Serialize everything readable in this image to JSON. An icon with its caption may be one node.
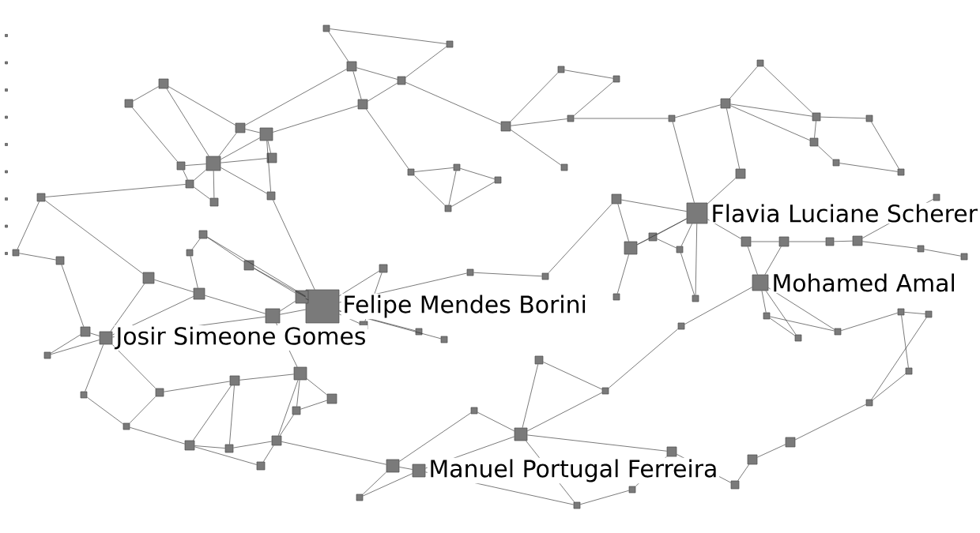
{
  "diagram": {
    "nodes": [
      {
        "text": [],
        "shape": "box",
        "beside": [
          "Felipe Mendes Borini"
        ]
      },
      {
        "text": [],
        "shape": "box",
        "beside": [
          "Josir Simeone Gomes"
        ]
      },
      {
        "text": [],
        "shape": "box",
        "beside": [
          "Flavia Luciane Scherer"
        ]
      },
      {
        "text": [],
        "shape": "box",
        "beside": [
          "Mohamed Amal"
        ]
      },
      {
        "text": [],
        "shape": "box",
        "beside": [
          "Manuel Portugal Ferreira"
        ]
      },
      {
        "text": [],
        "shape": "box"
      },
      {
        "text": [],
        "shape": "box"
      },
      {
        "text": [],
        "shape": "box"
      },
      {
        "text": [],
        "shape": "box"
      },
      {
        "text": [],
        "shape": "box"
      },
      {
        "text": [],
        "shape": "box"
      },
      {
        "text": [],
        "shape": "box"
      },
      {
        "text": [],
        "shape": "box"
      },
      {
        "text": [],
        "shape": "box"
      },
      {
        "text": [],
        "shape": "box"
      },
      {
        "text": [],
        "shape": "box"
      },
      {
        "text": [],
        "shape": "box"
      },
      {
        "text": [],
        "shape": "box"
      },
      {
        "text": [],
        "shape": "box"
      },
      {
        "text": [],
        "shape": "box"
      },
      {
        "text": [],
        "shape": "box"
      },
      {
        "text": [],
        "shape": "box"
      },
      {
        "text": [],
        "shape": "box"
      },
      {
        "text": [],
        "shape": "box"
      },
      {
        "text": [],
        "shape": "box"
      },
      {
        "text": [],
        "shape": "box"
      },
      {
        "text": [],
        "shape": "box"
      },
      {
        "text": [],
        "shape": "box"
      },
      {
        "text": [],
        "shape": "box"
      },
      {
        "text": [],
        "shape": "box"
      },
      {
        "text": [],
        "shape": "box"
      },
      {
        "text": [],
        "shape": "box"
      },
      {
        "text": [],
        "shape": "box"
      },
      {
        "text": [],
        "shape": "box"
      },
      {
        "text": [],
        "shape": "box"
      },
      {
        "text": [],
        "shape": "box"
      },
      {
        "text": [],
        "shape": "box"
      },
      {
        "text": [],
        "shape": "box"
      },
      {
        "text": [],
        "shape": "box"
      },
      {
        "text": [],
        "shape": "box"
      },
      {
        "text": [],
        "shape": "box"
      },
      {
        "text": [],
        "shape": "box"
      },
      {
        "text": [],
        "shape": "box"
      },
      {
        "text": [],
        "shape": "box"
      },
      {
        "text": [],
        "shape": "box"
      },
      {
        "text": [],
        "shape": "box"
      },
      {
        "text": [],
        "shape": "box"
      },
      {
        "text": [],
        "shape": "box"
      },
      {
        "text": [],
        "shape": "box"
      },
      {
        "text": [],
        "shape": "box"
      },
      {
        "text": [],
        "shape": "box"
      },
      {
        "text": [],
        "shape": "box"
      },
      {
        "text": [],
        "shape": "box"
      },
      {
        "text": [],
        "shape": "box"
      },
      {
        "text": [],
        "shape": "box"
      },
      {
        "text": [],
        "shape": "box"
      },
      {
        "text": [],
        "shape": "box"
      },
      {
        "text": [],
        "shape": "box"
      },
      {
        "text": [],
        "shape": "box"
      },
      {
        "text": [],
        "shape": "box"
      },
      {
        "text": [],
        "shape": "box"
      },
      {
        "text": [],
        "shape": "box"
      },
      {
        "text": [],
        "shape": "box"
      },
      {
        "text": [],
        "shape": "box"
      },
      {
        "text": [],
        "shape": "box"
      },
      {
        "text": [],
        "shape": "box"
      },
      {
        "text": [],
        "shape": "box"
      },
      {
        "text": [],
        "shape": "box"
      },
      {
        "text": [],
        "shape": "box"
      },
      {
        "text": [],
        "shape": "box"
      },
      {
        "text": [],
        "shape": "box"
      },
      {
        "text": [],
        "shape": "box"
      },
      {
        "text": [],
        "shape": "box"
      },
      {
        "text": [],
        "shape": "box"
      },
      {
        "text": [],
        "shape": "box"
      },
      {
        "text": [],
        "shape": "box"
      },
      {
        "text": [],
        "shape": "box"
      },
      {
        "text": [],
        "shape": "box"
      },
      {
        "text": [],
        "shape": "box"
      },
      {
        "text": [],
        "shape": "box"
      },
      {
        "text": [],
        "shape": "box"
      },
      {
        "text": [],
        "shape": "box"
      },
      {
        "text": [],
        "shape": "box"
      },
      {
        "text": [],
        "shape": "box"
      },
      {
        "text": [],
        "shape": "box"
      },
      {
        "text": [],
        "shape": "box"
      },
      {
        "text": [],
        "shape": "box"
      },
      {
        "text": [],
        "shape": "box"
      },
      {
        "text": [],
        "shape": "box"
      },
      {
        "text": [],
        "shape": "box"
      },
      {
        "text": [],
        "shape": "box"
      },
      {
        "text": [],
        "shape": "box"
      },
      {
        "text": [],
        "shape": "box"
      },
      {
        "text": [],
        "shape": "box"
      },
      {
        "text": [],
        "shape": "box"
      },
      {
        "text": [],
        "shape": "box"
      },
      {
        "text": [],
        "shape": "box"
      },
      {
        "text": [],
        "shape": "box"
      },
      {
        "text": [],
        "shape": "box"
      },
      {
        "text": [],
        "shape": "box"
      },
      {
        "text": [],
        "shape": "box"
      },
      {
        "text": [],
        "shape": "box"
      },
      {
        "text": [],
        "shape": "box"
      },
      {
        "text": [],
        "shape": "box"
      },
      {
        "text": [],
        "shape": "box"
      },
      {
        "text": [],
        "shape": "box"
      },
      {
        "text": [],
        "shape": "box"
      },
      {
        "text": [],
        "shape": "box"
      },
      {
        "text": [],
        "shape": "box"
      }
    ],
    "edges": [
      {
        "from": 6,
        "to": 7,
        "arrow": "none"
      },
      {
        "from": 6,
        "to": 8,
        "arrow": "none"
      },
      {
        "from": 6,
        "to": 9,
        "arrow": "none"
      },
      {
        "from": 6,
        "to": 10,
        "arrow": "none"
      },
      {
        "from": 6,
        "to": 12,
        "arrow": "none"
      },
      {
        "from": 6,
        "to": 13,
        "arrow": "none"
      },
      {
        "from": 6,
        "to": 14,
        "arrow": "none"
      },
      {
        "from": 6,
        "to": 15,
        "arrow": "none"
      },
      {
        "from": 7,
        "to": 8,
        "arrow": "none"
      },
      {
        "from": 7,
        "to": 9,
        "arrow": "none"
      },
      {
        "from": 7,
        "to": 15,
        "arrow": "none"
      },
      {
        "from": 9,
        "to": 10,
        "arrow": "none"
      },
      {
        "from": 10,
        "to": 11,
        "arrow": "none"
      },
      {
        "from": 11,
        "to": 12,
        "arrow": "none"
      },
      {
        "from": 12,
        "to": 13,
        "arrow": "none"
      },
      {
        "from": 13,
        "to": 14,
        "arrow": "none"
      },
      {
        "from": 9,
        "to": 16,
        "arrow": "none"
      },
      {
        "from": 7,
        "to": 17,
        "arrow": "none"
      },
      {
        "from": 16,
        "to": 17,
        "arrow": "none"
      },
      {
        "from": 16,
        "to": 18,
        "arrow": "none"
      },
      {
        "from": 17,
        "to": 18,
        "arrow": "none"
      },
      {
        "from": 18,
        "to": 19,
        "arrow": "none"
      },
      {
        "from": 16,
        "to": 20,
        "arrow": "none"
      },
      {
        "from": 20,
        "to": 19,
        "arrow": "none"
      },
      {
        "from": 17,
        "to": 35,
        "arrow": "none"
      },
      {
        "from": 21,
        "to": 22,
        "arrow": "none"
      },
      {
        "from": 21,
        "to": 23,
        "arrow": "none"
      },
      {
        "from": 21,
        "to": 24,
        "arrow": "none"
      },
      {
        "from": 22,
        "to": 25,
        "arrow": "none"
      },
      {
        "from": 24,
        "to": 25,
        "arrow": "none"
      },
      {
        "from": 21,
        "to": 18,
        "arrow": "none"
      },
      {
        "from": 22,
        "to": 33,
        "arrow": "none"
      },
      {
        "from": 26,
        "to": 27,
        "arrow": "none"
      },
      {
        "from": 26,
        "to": 28,
        "arrow": "none"
      },
      {
        "from": 26,
        "to": 33,
        "arrow": "none"
      },
      {
        "from": 26,
        "to": 32,
        "arrow": "none"
      },
      {
        "from": 26,
        "to": 34,
        "arrow": "none"
      },
      {
        "from": 27,
        "to": 28,
        "arrow": "none"
      },
      {
        "from": 27,
        "to": 29,
        "arrow": "none"
      },
      {
        "from": 28,
        "to": 31,
        "arrow": "none"
      },
      {
        "from": 29,
        "to": 30,
        "arrow": "none"
      },
      {
        "from": 31,
        "to": 30,
        "arrow": "none"
      },
      {
        "from": 28,
        "to": 32,
        "arrow": "none"
      },
      {
        "from": 34,
        "to": 2,
        "arrow": "none"
      },
      {
        "from": 33,
        "to": 2,
        "arrow": "none"
      },
      {
        "from": 35,
        "to": 36,
        "arrow": "none"
      },
      {
        "from": 36,
        "to": 37,
        "arrow": "none"
      },
      {
        "from": 37,
        "to": 38,
        "arrow": "none"
      },
      {
        "from": 35,
        "to": 38,
        "arrow": "none"
      },
      {
        "from": 36,
        "to": 38,
        "arrow": "none"
      },
      {
        "from": 2,
        "to": 39,
        "arrow": "none"
      },
      {
        "from": 2,
        "to": 40,
        "arrow": "none"
      },
      {
        "from": 2,
        "to": 41,
        "arrow": "none"
      },
      {
        "from": 2,
        "to": 42,
        "arrow": "none"
      },
      {
        "from": 2,
        "to": 43,
        "arrow": "none"
      },
      {
        "from": 2,
        "to": 50,
        "arrow": "none"
      },
      {
        "from": 39,
        "to": 40,
        "arrow": "none"
      },
      {
        "from": 40,
        "to": 41,
        "arrow": "none"
      },
      {
        "from": 41,
        "to": 42,
        "arrow": "none"
      },
      {
        "from": 43,
        "to": 44,
        "arrow": "none"
      },
      {
        "from": 44,
        "to": 45,
        "arrow": "none"
      },
      {
        "from": 45,
        "to": 46,
        "arrow": "none"
      },
      {
        "from": 46,
        "to": 47,
        "arrow": "none"
      },
      {
        "from": 47,
        "to": 48,
        "arrow": "none"
      },
      {
        "from": 46,
        "to": 49,
        "arrow": "none"
      },
      {
        "from": 40,
        "to": 51,
        "arrow": "none"
      },
      {
        "from": 42,
        "to": 50,
        "arrow": "none"
      },
      {
        "from": 43,
        "to": 3,
        "arrow": "none"
      },
      {
        "from": 39,
        "to": 66,
        "arrow": "none"
      },
      {
        "from": 3,
        "to": 52,
        "arrow": "none"
      },
      {
        "from": 3,
        "to": 53,
        "arrow": "none"
      },
      {
        "from": 3,
        "to": 56,
        "arrow": "none"
      },
      {
        "from": 3,
        "to": 57,
        "arrow": "none"
      },
      {
        "from": 52,
        "to": 53,
        "arrow": "none"
      },
      {
        "from": 53,
        "to": 54,
        "arrow": "none"
      },
      {
        "from": 54,
        "to": 55,
        "arrow": "none"
      },
      {
        "from": 52,
        "to": 57,
        "arrow": "none"
      },
      {
        "from": 55,
        "to": 97,
        "arrow": "none"
      },
      {
        "from": 3,
        "to": 44,
        "arrow": "none"
      },
      {
        "from": 0,
        "to": 58,
        "arrow": "none"
      },
      {
        "from": 0,
        "to": 59,
        "arrow": "none"
      },
      {
        "from": 0,
        "to": 60,
        "arrow": "none"
      },
      {
        "from": 0,
        "to": 62,
        "arrow": "none"
      },
      {
        "from": 0,
        "to": 63,
        "arrow": "none"
      },
      {
        "from": 0,
        "to": 64,
        "arrow": "none"
      },
      {
        "from": 0,
        "to": 67,
        "arrow": "none"
      },
      {
        "from": 0,
        "to": 61,
        "arrow": "none"
      },
      {
        "from": 58,
        "to": 59,
        "arrow": "none"
      },
      {
        "from": 59,
        "to": 60,
        "arrow": "none"
      },
      {
        "from": 60,
        "to": 61,
        "arrow": "none"
      },
      {
        "from": 61,
        "to": 68,
        "arrow": "none"
      },
      {
        "from": 0,
        "to": 65,
        "arrow": "none"
      },
      {
        "from": 65,
        "to": 66,
        "arrow": "none"
      },
      {
        "from": 62,
        "to": 67,
        "arrow": "none"
      },
      {
        "from": 58,
        "to": 71,
        "arrow": "none"
      },
      {
        "from": 0,
        "to": 15,
        "arrow": "none"
      },
      {
        "from": 1,
        "to": 69,
        "arrow": "none"
      },
      {
        "from": 1,
        "to": 70,
        "arrow": "none"
      },
      {
        "from": 1,
        "to": 71,
        "arrow": "none"
      },
      {
        "from": 1,
        "to": 72,
        "arrow": "none"
      },
      {
        "from": 1,
        "to": 84,
        "arrow": "none"
      },
      {
        "from": 69,
        "to": 73,
        "arrow": "none"
      },
      {
        "from": 73,
        "to": 74,
        "arrow": "none"
      },
      {
        "from": 74,
        "to": 75,
        "arrow": "none"
      },
      {
        "from": 75,
        "to": 70,
        "arrow": "none"
      },
      {
        "from": 70,
        "to": 71,
        "arrow": "none"
      },
      {
        "from": 71,
        "to": 68,
        "arrow": "none"
      },
      {
        "from": 69,
        "to": 72,
        "arrow": "none"
      },
      {
        "from": 1,
        "to": 58,
        "arrow": "none"
      },
      {
        "from": 75,
        "to": 13,
        "arrow": "none"
      },
      {
        "from": 76,
        "to": 77,
        "arrow": "none"
      },
      {
        "from": 76,
        "to": 78,
        "arrow": "none"
      },
      {
        "from": 76,
        "to": 80,
        "arrow": "none"
      },
      {
        "from": 76,
        "to": 86,
        "arrow": "none"
      },
      {
        "from": 77,
        "to": 79,
        "arrow": "none"
      },
      {
        "from": 77,
        "to": 81,
        "arrow": "none"
      },
      {
        "from": 79,
        "to": 81,
        "arrow": "none"
      },
      {
        "from": 80,
        "to": 81,
        "arrow": "none"
      },
      {
        "from": 80,
        "to": 85,
        "arrow": "none"
      },
      {
        "from": 85,
        "to": 79,
        "arrow": "none"
      },
      {
        "from": 82,
        "to": 83,
        "arrow": "none"
      },
      {
        "from": 83,
        "to": 84,
        "arrow": "none"
      },
      {
        "from": 82,
        "to": 1,
        "arrow": "none"
      },
      {
        "from": 82,
        "to": 77,
        "arrow": "none"
      },
      {
        "from": 78,
        "to": 86,
        "arrow": "none"
      },
      {
        "from": 86,
        "to": 80,
        "arrow": "none"
      },
      {
        "from": 76,
        "to": 58,
        "arrow": "none"
      },
      {
        "from": 79,
        "to": 83,
        "arrow": "none"
      },
      {
        "from": 4,
        "to": 5,
        "arrow": "none"
      },
      {
        "from": 4,
        "to": 99,
        "arrow": "none"
      },
      {
        "from": 5,
        "to": 99,
        "arrow": "none"
      },
      {
        "from": 5,
        "to": 80,
        "arrow": "none"
      },
      {
        "from": 4,
        "to": 87,
        "arrow": "none"
      },
      {
        "from": 87,
        "to": 88,
        "arrow": "none"
      },
      {
        "from": 87,
        "to": 89,
        "arrow": "none"
      },
      {
        "from": 87,
        "to": 90,
        "arrow": "none"
      },
      {
        "from": 88,
        "to": 89,
        "arrow": "none"
      },
      {
        "from": 87,
        "to": 91,
        "arrow": "none"
      },
      {
        "from": 91,
        "to": 92,
        "arrow": "none"
      },
      {
        "from": 92,
        "to": 93,
        "arrow": "none"
      },
      {
        "from": 93,
        "to": 94,
        "arrow": "none"
      },
      {
        "from": 94,
        "to": 95,
        "arrow": "none"
      },
      {
        "from": 95,
        "to": 96,
        "arrow": "none"
      },
      {
        "from": 96,
        "to": 97,
        "arrow": "none"
      },
      {
        "from": 97,
        "to": 98,
        "arrow": "none"
      },
      {
        "from": 93,
        "to": 87,
        "arrow": "none"
      },
      {
        "from": 90,
        "to": 5,
        "arrow": "none"
      },
      {
        "from": 4,
        "to": 91,
        "arrow": "none"
      },
      {
        "from": 89,
        "to": 56,
        "arrow": "none"
      },
      {
        "from": 98,
        "to": 54,
        "arrow": "none"
      }
    ]
  }
}
